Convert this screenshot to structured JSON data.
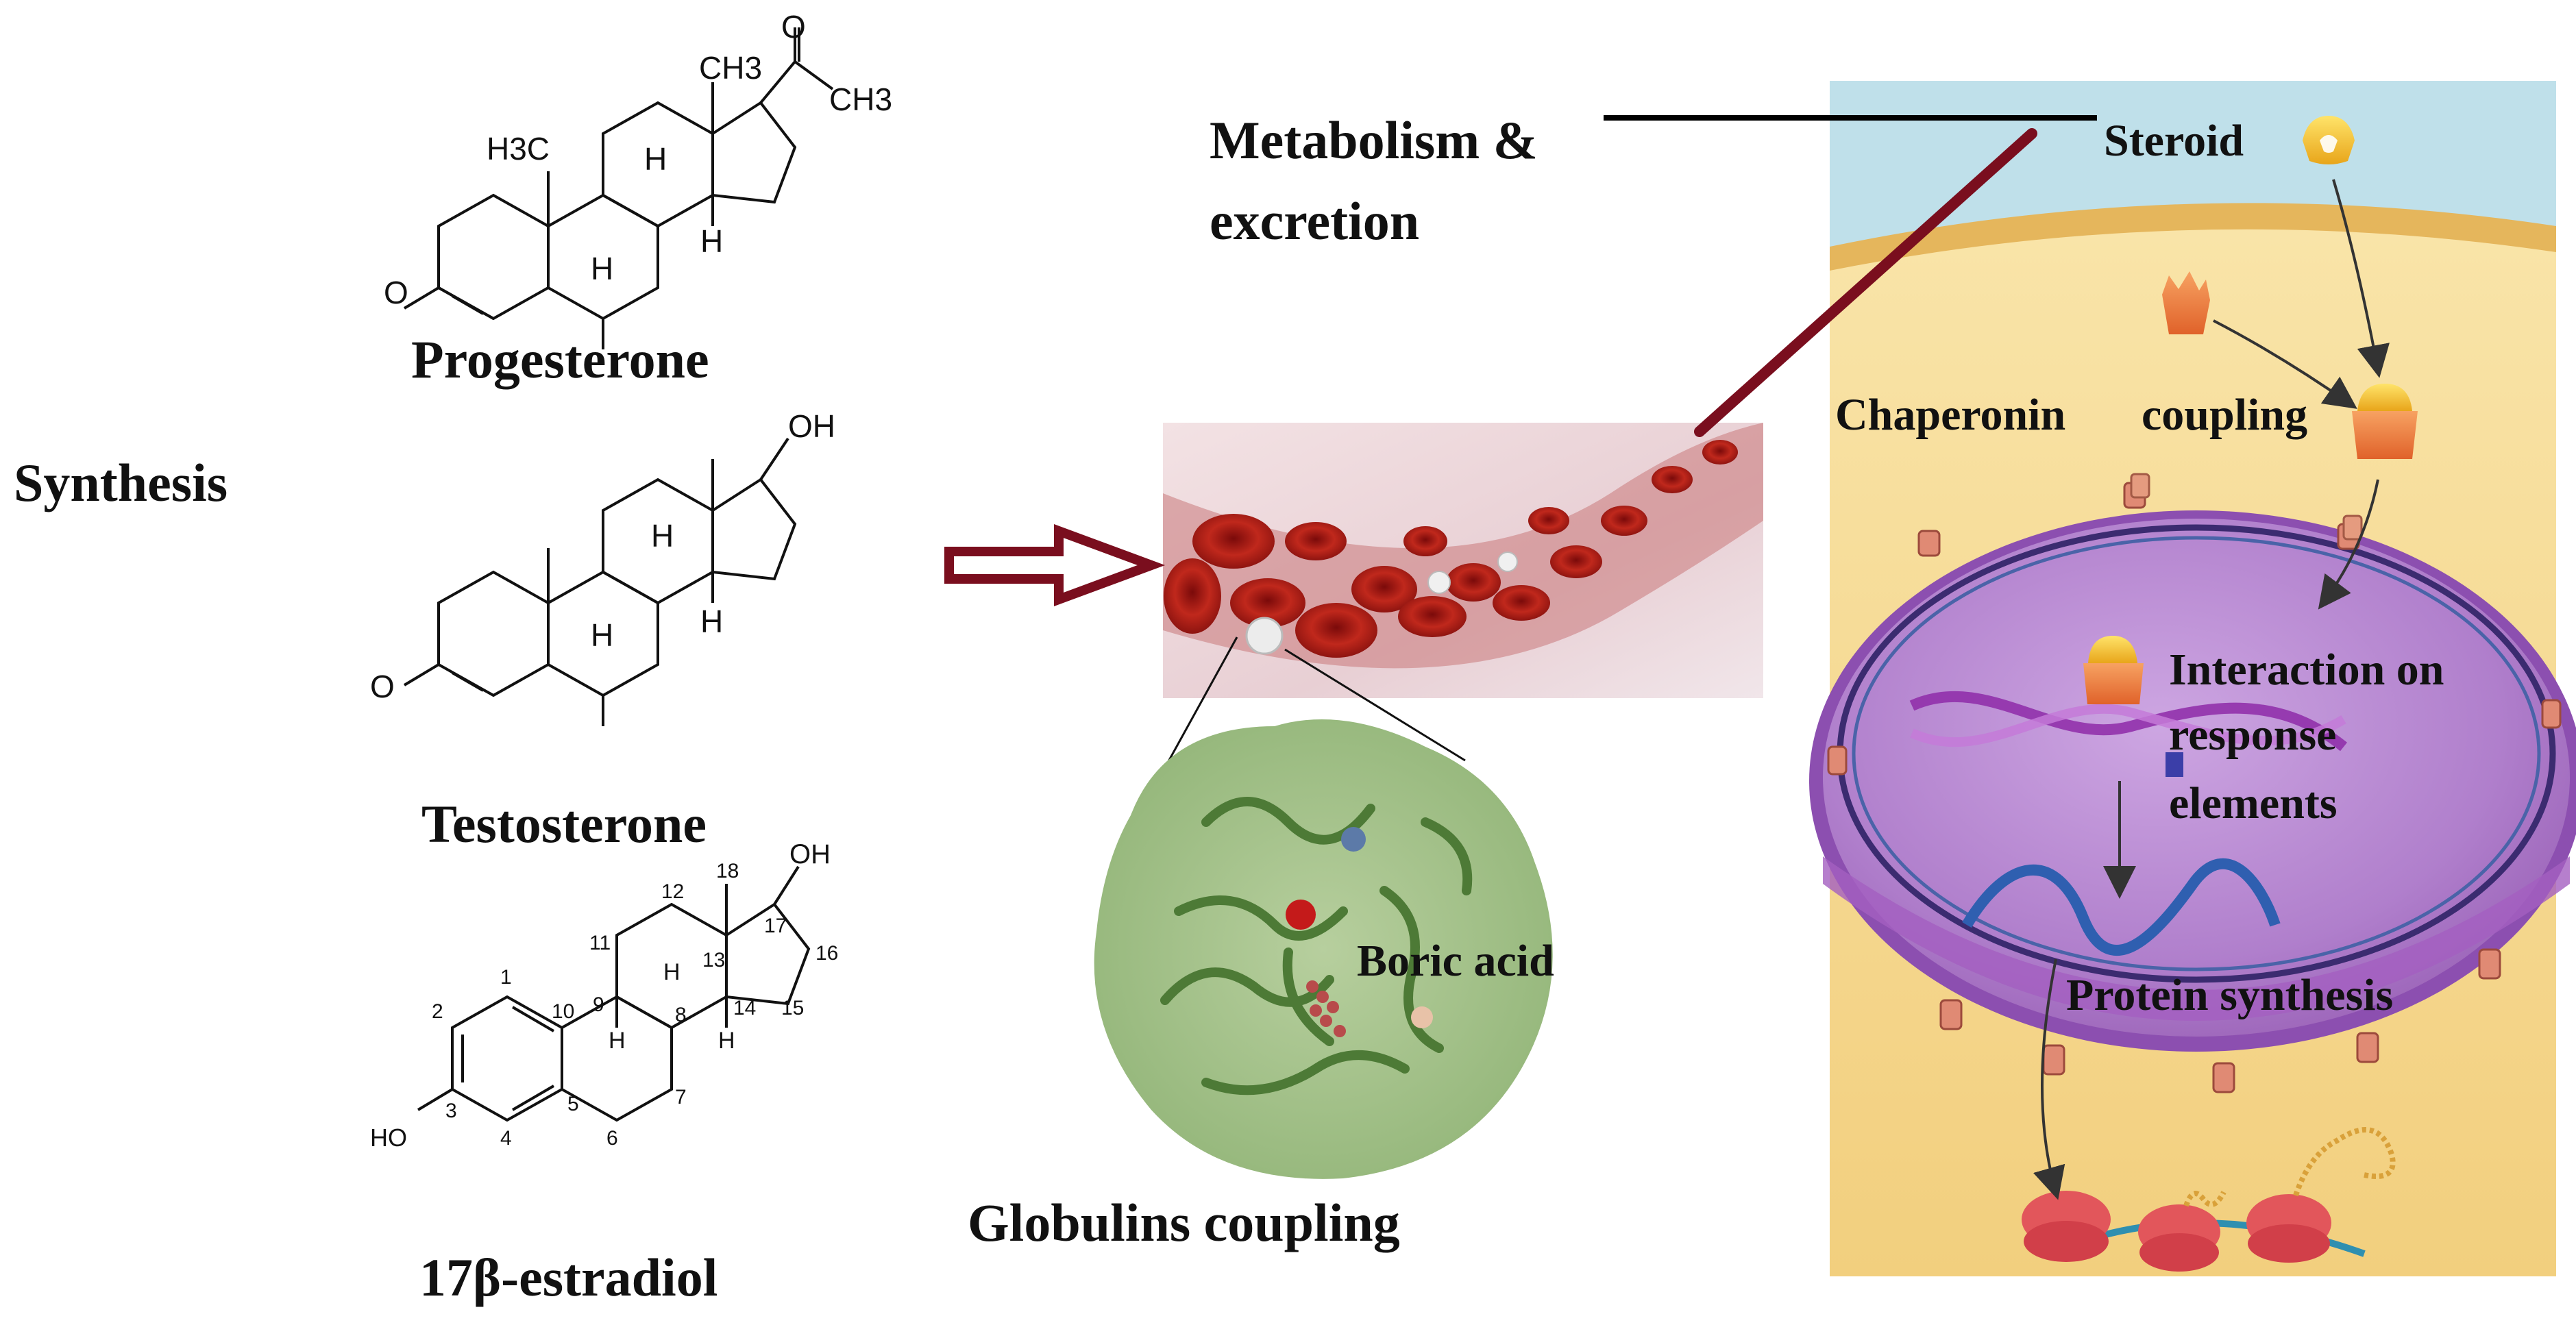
{
  "labels": {
    "synthesis": "Synthesis",
    "metabolism_line1": "Metabolism &",
    "metabolism_line2": "excretion",
    "steroid": "Steroid",
    "chaperonin": "Chaperonin",
    "coupling": "coupling",
    "interaction_line1": "Interaction on",
    "interaction_line2": "response",
    "interaction_line3": "elements",
    "protein_synthesis": "Protein synthesis",
    "boric_acid": "Boric acid",
    "globulins_coupling": "Globulins coupling"
  },
  "molecules": [
    {
      "name": "Progesterone",
      "atoms": {
        "ch3_top": "CH3",
        "ch3_acetyl": "CH3",
        "h3c": "H3C",
        "h_a": "H",
        "h_b": "H",
        "h_c": "H",
        "o_keto": "O",
        "o_acetyl": "O"
      }
    },
    {
      "name": "Testosterone",
      "atoms": {
        "oh": "OH",
        "h_a": "H",
        "h_b": "H",
        "h_c": "H",
        "o_keto": "O"
      }
    },
    {
      "name": "17β-estradiol",
      "atoms": {
        "oh": "OH",
        "ho": "HO",
        "h_a": "H",
        "h_b": "H",
        "h_c": "H"
      },
      "numbers": [
        "1",
        "2",
        "3",
        "4",
        "5",
        "6",
        "7",
        "8",
        "9",
        "10",
        "11",
        "12",
        "13",
        "14",
        "15",
        "16",
        "17",
        "18"
      ]
    }
  ],
  "colors": {
    "dark_red": "#7a0e1e",
    "protein_green": "#7fa363",
    "membrane_yellow": "#f5d98b",
    "nucleus_purple": "#b58ad0",
    "extracellular_blue": "#bfe0ea"
  }
}
